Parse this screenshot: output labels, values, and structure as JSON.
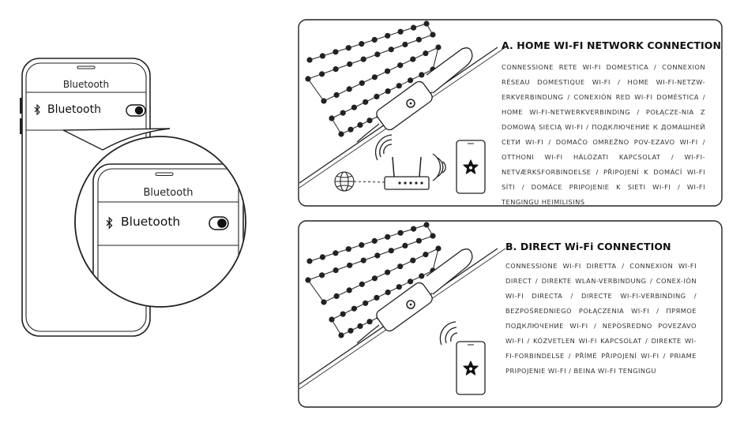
{
  "phone": {
    "screen_title": "Bluetooth",
    "row_label": "Bluetooth",
    "toggle_state": "on"
  },
  "magnifier": {
    "screen_title": "Bluetooth",
    "row_label": "Bluetooth"
  },
  "panel_a": {
    "title": "A. HOME WI-FI NETWORK CONNECTION",
    "body": "CONNESSIONE RETE WI-FI DOMESTICA / CONNEXION RÉSEAU DOMESTIQUE WI-FI / HOME WI-FI-NETZW-ERKVERBINDUNG / CONEXIÓN RED WI-FI DOMÉSTICA / HOME WI-FI-NETWERKVERBINDING / POŁĄCZE-NIA Z DOMOWĄ SIECIĄ WI-FI / ПОДКЛЮЧЕНИЕ К ДОМАШНЕЙ СЕТИ WI-FI / DOMAČO OMREŽNO POV-EZAVO WI-FI / OTTHONI WI-FI HÁLÓZATI KAPCSOLAT / WI-FI-NETVÆRKSFORBINDELSE / PŘIPOJENÍ K DOMÁCÍ WI-FI SÍTI / DOMÁCE PRIPOJENIE K SIETI WI-FI / WI-FI TENGINGU HEIMILISINS"
  },
  "panel_b": {
    "title": "B. DIRECT Wi-Fi CONNECTION",
    "body": "CONNESSIONE WI-FI DIRETTA / CONNEXION WI-FI DIRECT / DIREKTE WLAN-VERBINDUNG / CONEX-IÓN WI-FI DIRECTA / DIRECTE WI-FI-VERBINDING / BEZPOŚREDNIEGO POŁĄCZENIA WI-FI / ПРЯМОЕ ПОДКЛЮЧЕНИЕ WI-FI / NEPOSREDNO POVEZAVO WI-FI / KÖZVETLEN WI-FI KAPCSOLAT / DIREKTE WI-FI-FORBINDELSE / PŘÍMÉ PŘIPOJENÍ WI-FI / PRIAME PRIPOJENIE WI-FI / BEINA WI-FI TENGINGU"
  },
  "icons": {
    "bluetooth": "bluetooth-icon",
    "toggle": "toggle-switch-icon",
    "globe": "globe-icon",
    "router": "router-icon",
    "wifi": "wifi-signal-icon",
    "app_logo": "star-app-logo-icon",
    "controller": "led-controller-icon"
  }
}
